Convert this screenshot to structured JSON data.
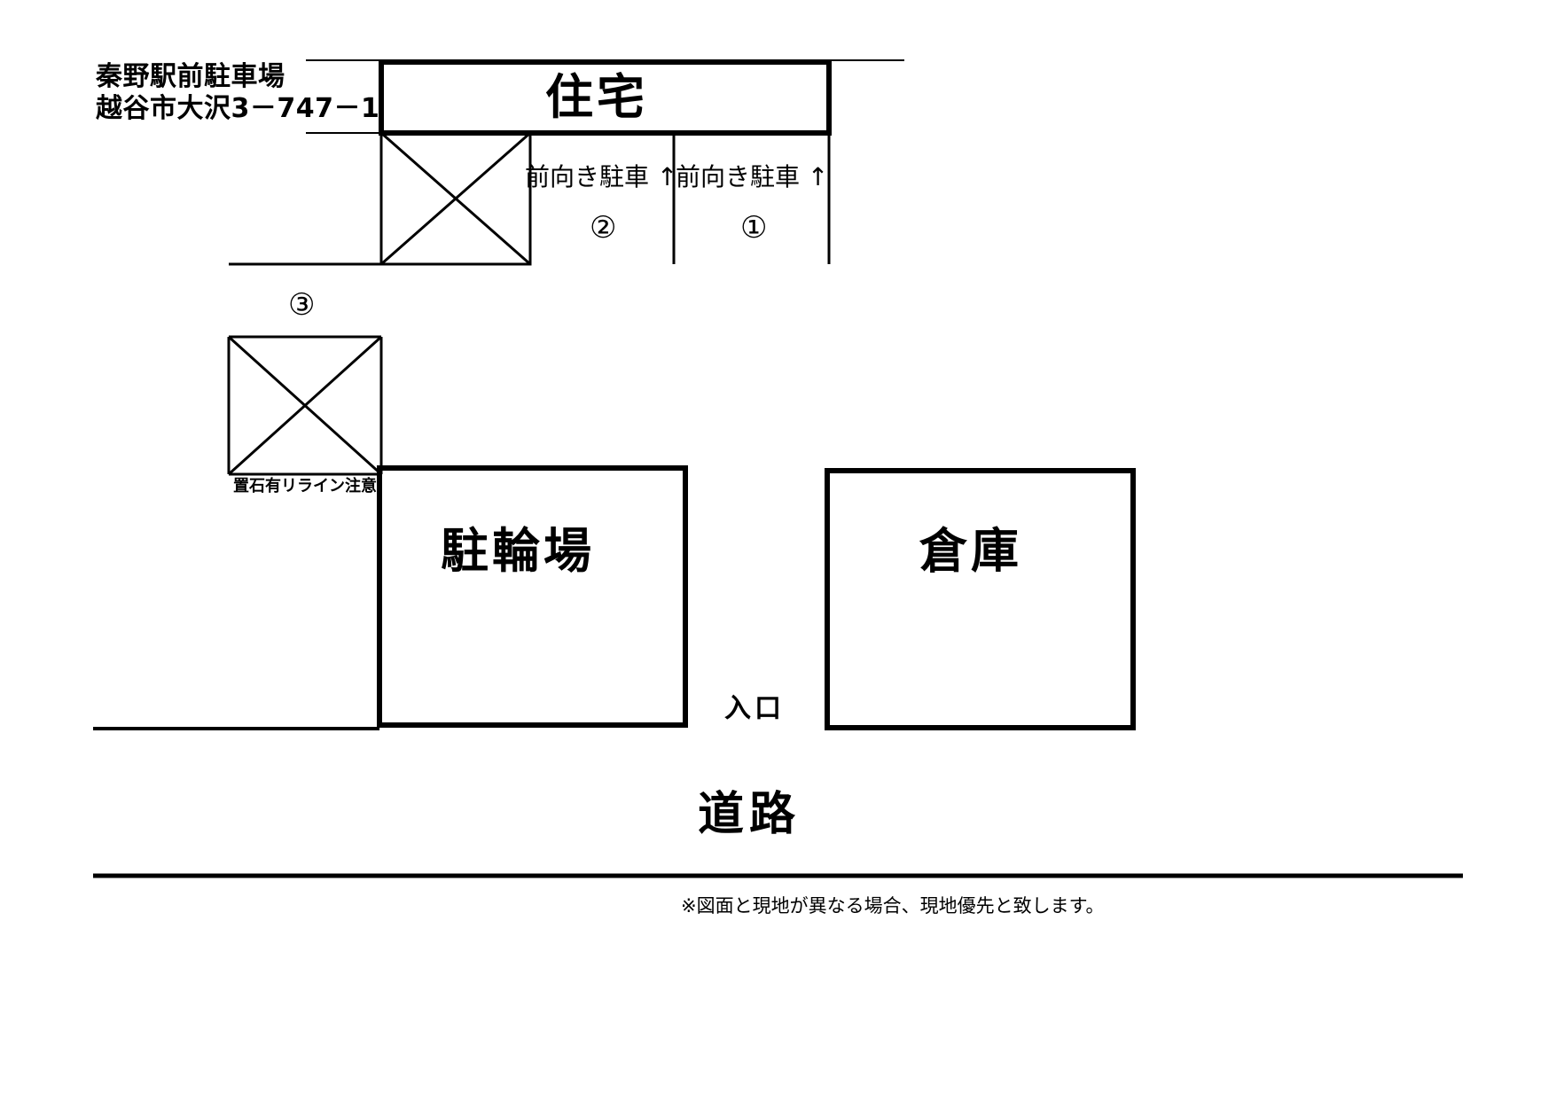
{
  "document": {
    "type": "parking-lot-site-plan",
    "background_color": "#ffffff",
    "line_color": "#000000"
  },
  "header": {
    "facility_name": "秦野駅前駐車場",
    "address": "越谷市大沢3－747－1"
  },
  "structures": {
    "residence_label": "住宅",
    "bicycle_parking_label": "駐輪場",
    "warehouse_label": "倉庫"
  },
  "stalls": [
    {
      "number": "①",
      "direction_note": "前向き駐車 ↑"
    },
    {
      "number": "②",
      "direction_note": "前向き駐車 ↑"
    },
    {
      "number": "③",
      "direction_note": ""
    }
  ],
  "notes": {
    "stone_warning": "置石有リライン注意",
    "entrance_label": "入口",
    "road_label": "道路",
    "disclaimer": "※図面と現地が異なる場合、現地優先と致します。"
  }
}
